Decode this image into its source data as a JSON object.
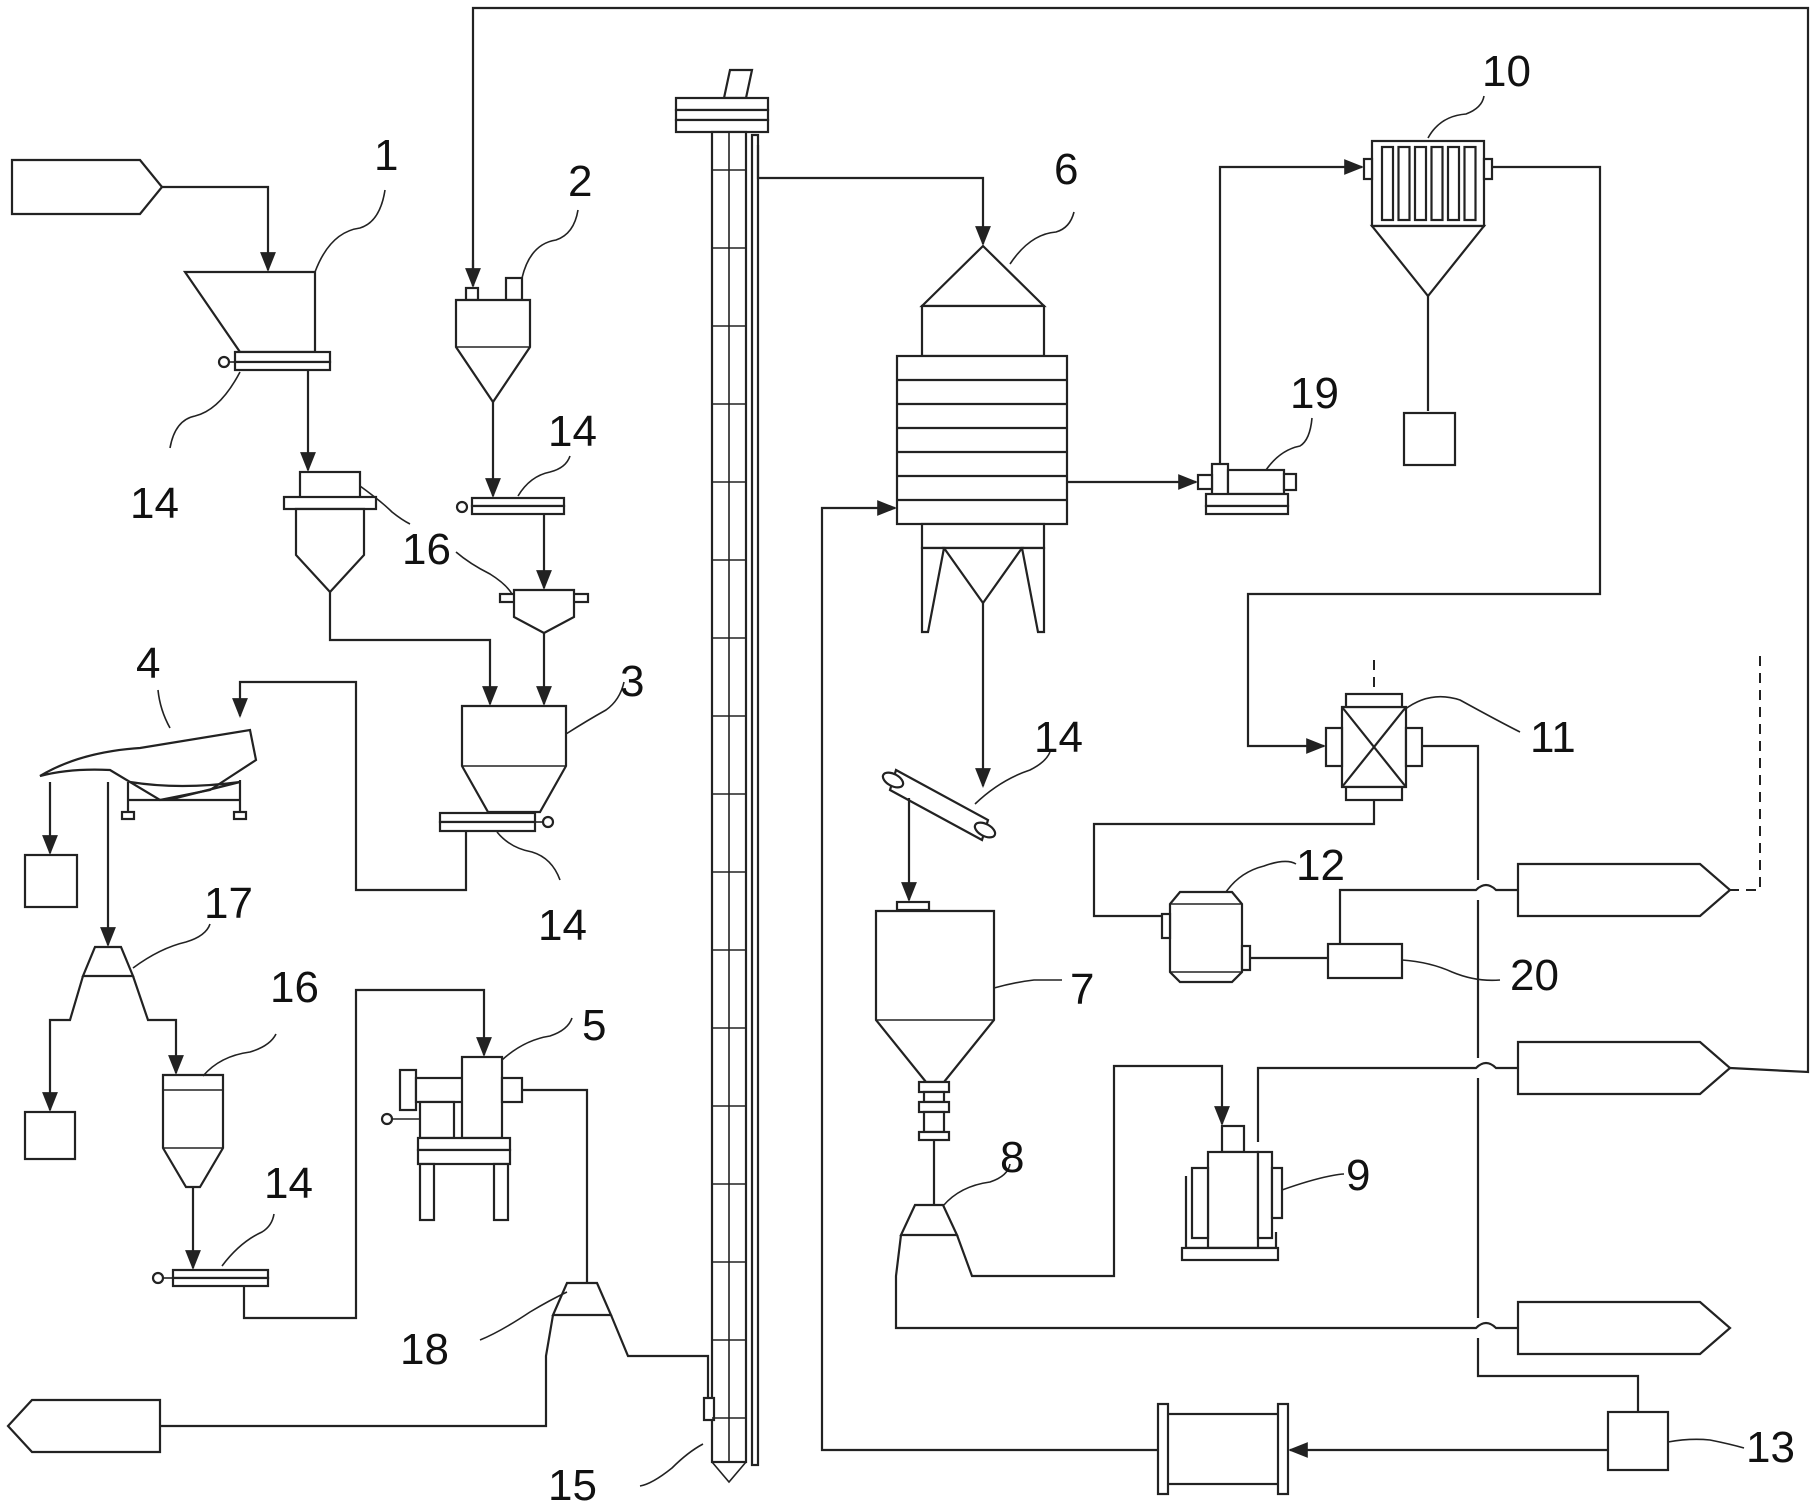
{
  "labels": {
    "n1": "1",
    "n2": "2",
    "n3": "3",
    "n4": "4",
    "n5": "5",
    "n6": "6",
    "n7": "7",
    "n8": "8",
    "n9": "9",
    "n10": "10",
    "n11": "11",
    "n12": "12",
    "n13": "13",
    "n14a": "14",
    "n14b": "14",
    "n14c": "14",
    "n14d": "14",
    "n14e": "14",
    "n15": "15",
    "n16a": "16",
    "n16b": "16",
    "n17": "17",
    "n18": "18",
    "n19": "19",
    "n20": "20"
  },
  "colors": {
    "line": "#222222",
    "background": "#ffffff"
  }
}
